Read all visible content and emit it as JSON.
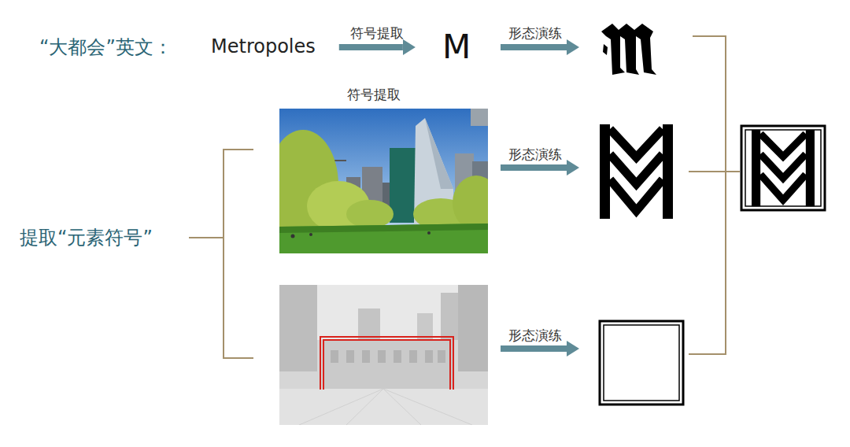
{
  "diagram": {
    "nodes": [
      {
        "text": [
          "Metropoles"
        ]
      },
      {
        "text": [
          "M"
        ]
      }
    ],
    "edges": [
      {
        "from": 0,
        "to": 1,
        "arrow": "to",
        "label": "符号提取"
      }
    ],
    "labels": [
      "“大都会”英文：",
      "形态演练",
      "符号提取",
      "形态演练",
      "提取“元素符号”",
      "形态演练"
    ]
  }
}
